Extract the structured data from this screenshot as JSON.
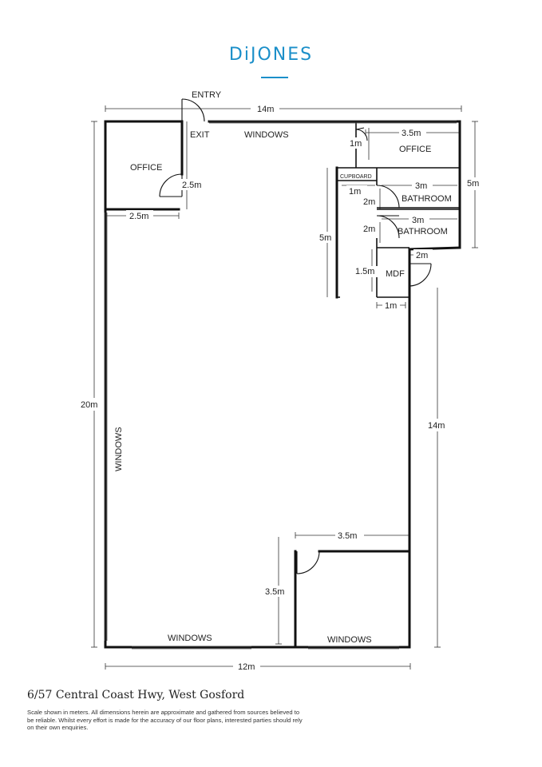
{
  "brand": {
    "name": "DiJONES",
    "color": "#1b8fc9"
  },
  "labels": {
    "entry": "ENTRY",
    "exit": "EXIT",
    "windows_top": "WINDOWS",
    "windows_left": "WINDOWS",
    "windows_bottom_left": "WINDOWS",
    "windows_bottom_right": "WINDOWS",
    "office_left": "OFFICE",
    "office_right": "OFFICE",
    "cupboard": "CUPBOARD",
    "bathroom_1": "BATHROOM",
    "bathroom_2": "BATHROOM",
    "mdf": "MDF"
  },
  "dimensions": {
    "top_width": "14m",
    "bottom_width": "12m",
    "left_height": "20m",
    "right_lower_height": "14m",
    "right_upper_height": "5m",
    "office_width": "3.5m",
    "office_depth": "1m",
    "left_office_height": "2.5m",
    "left_office_width": "2.5m",
    "cupboard_width": "1m",
    "bathroom_1_width": "3m",
    "bathroom_1_depth": "2m",
    "bathroom_2_width": "3m",
    "bathroom_2_depth": "2m",
    "wetarea_height": "5m",
    "mdf_width": "2m",
    "mdf_height": "1.5m",
    "mdf_depth": "1m",
    "small_room_width": "3.5m",
    "small_room_height": "3.5m"
  },
  "address": "6/57 Central Coast Hwy, West Gosford",
  "disclaimer": "Scale shown in meters. All dimensions herein are approximate and gathered from sources believed to be  reliable. Whilst every effort is made for the accuracy of our floor plans, interested parties should rely on their own enquiries."
}
